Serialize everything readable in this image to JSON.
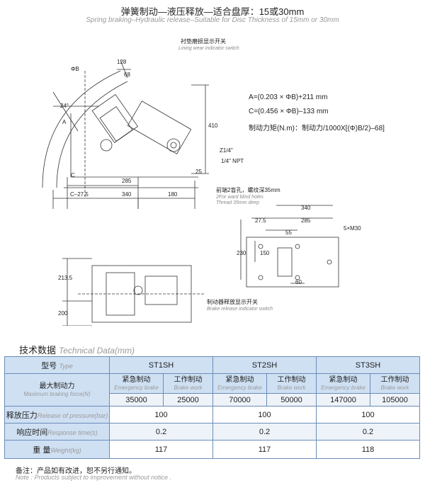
{
  "title": {
    "cn": "弹簧制动—液压释放—适合盘厚：15或30mm",
    "en": "Spring braking–Hydraulic release–Suitable for Disc Thickness of 15mm or 30mm"
  },
  "drawing_labels": {
    "lining_cn": "衬垫磨损显示开关",
    "lining_en": "Lining wear indicator switch",
    "phiB": "ΦB",
    "angle24": "24°",
    "dim_128": "128",
    "dim_68": "68",
    "dim_A": "A",
    "dim_C": "C",
    "dim_410": "410",
    "dim_285": "285",
    "dim_25": "25",
    "dim_C275": "C–27.5",
    "dim_340": "340",
    "dim_180": "180",
    "z14": "Z1/4\"",
    "npt14": "1/4\" NPT",
    "holes_cn": "前端2盲孔，螺纹深35mm",
    "holes_en1": "2For ward blind holes",
    "holes_en2": "Thread 35mm deep",
    "r_340": "340",
    "r_275": "27.5",
    "r_285": "285",
    "r_55": "55",
    "r_5m30": "5×M30",
    "r_230": "230",
    "r_150": "150",
    "r_60": "60",
    "b_2135": "213.5",
    "b_200": "200",
    "release_cn": "制动器释放显示开关",
    "release_en": "Brake release indicator switch"
  },
  "formulas": [
    "A=(0.203 × ΦB)+211 mm",
    "C=(0.456 × ΦB)–133 mm",
    "制动力矩(N.m)：制动力/1000X[(Φ)B/2)–68]"
  ],
  "tech": {
    "cn": "技术数据",
    "en": "Technical Data(mm)"
  },
  "table": {
    "model_cn": "型号",
    "model_en": "Type",
    "models": [
      "ST1SH",
      "ST2SH",
      "ST3SH"
    ],
    "force_cn": "最大制动力",
    "force_en": "Maximum braking force(N)",
    "emerg_cn": "紧急制动",
    "emerg_en": "Emergency brake",
    "work_cn": "工作制动",
    "work_en": "Brake work",
    "forces": [
      "35000",
      "25000",
      "70000",
      "50000",
      "147000",
      "105000"
    ],
    "release_cn": "释放压力",
    "release_en": "Release of pressure(bar)",
    "release": [
      "100",
      "100",
      "100"
    ],
    "resp_cn": "响应时间",
    "resp_en": "Response time(s)",
    "resp": [
      "0.2",
      "0.2",
      "0.2"
    ],
    "weight_cn": "重 量",
    "weight_en": "Weight(kg)",
    "weight": [
      "117",
      "117",
      "118"
    ]
  },
  "note": {
    "cn": "备注：产品如有改进，恕不另行通知。",
    "en": "Note : Products subject to improvement without notice ."
  }
}
